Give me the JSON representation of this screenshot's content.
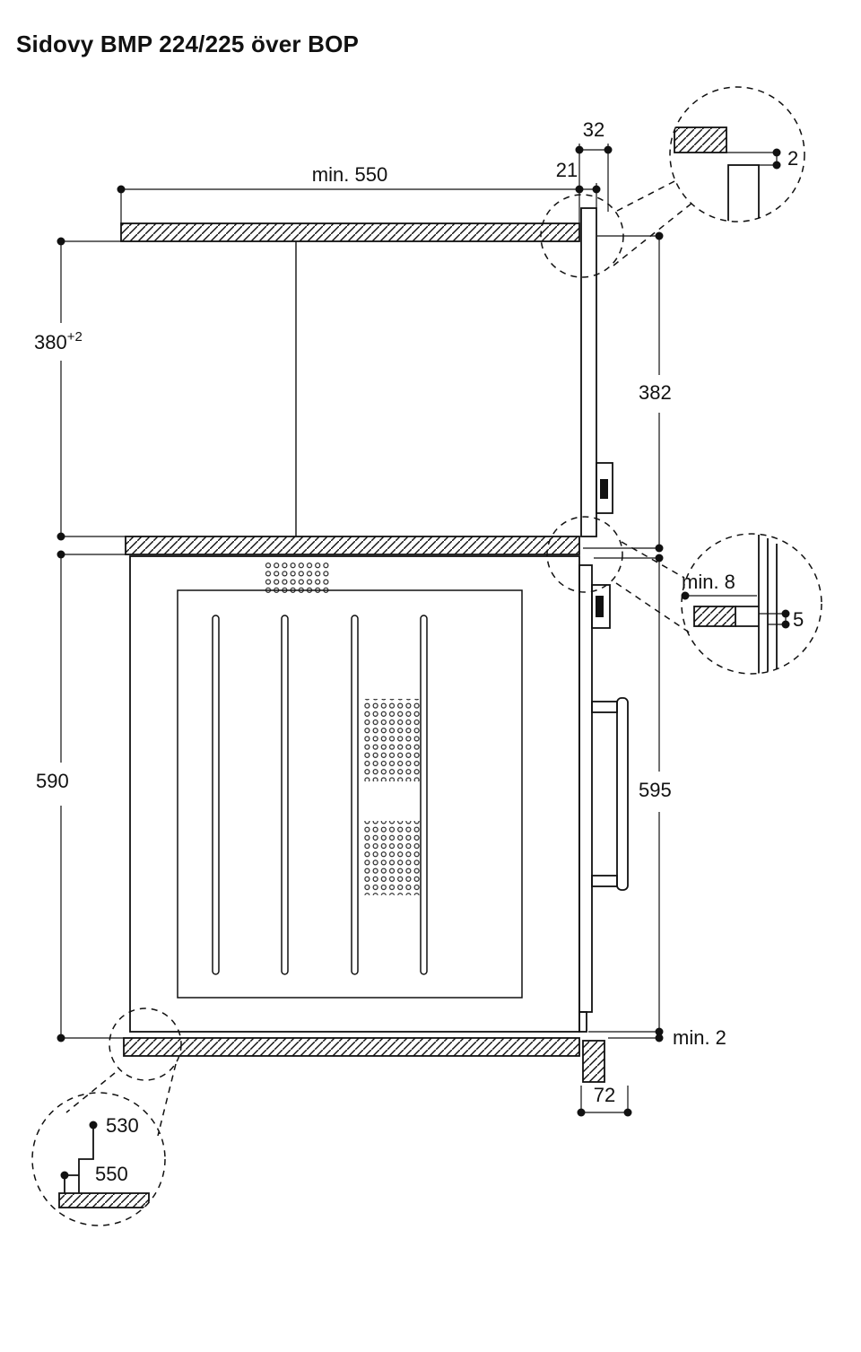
{
  "title": "Sidovy BMP 224/225 över BOP",
  "dimensions": {
    "niche_width": "min. 550",
    "front_offset": "32",
    "panel_offset": "21",
    "top_gap": "2",
    "upper_niche_height": "380",
    "upper_niche_tolerance": "+2",
    "upper_appliance_height": "382",
    "mid_gap": "min. 8",
    "mid_offset": "5",
    "lower_niche_height": "590",
    "lower_appliance_height": "595",
    "bottom_gap": "min. 2",
    "bottom_offset": "72",
    "recess_depth": "530",
    "shelf_depth": "550"
  }
}
